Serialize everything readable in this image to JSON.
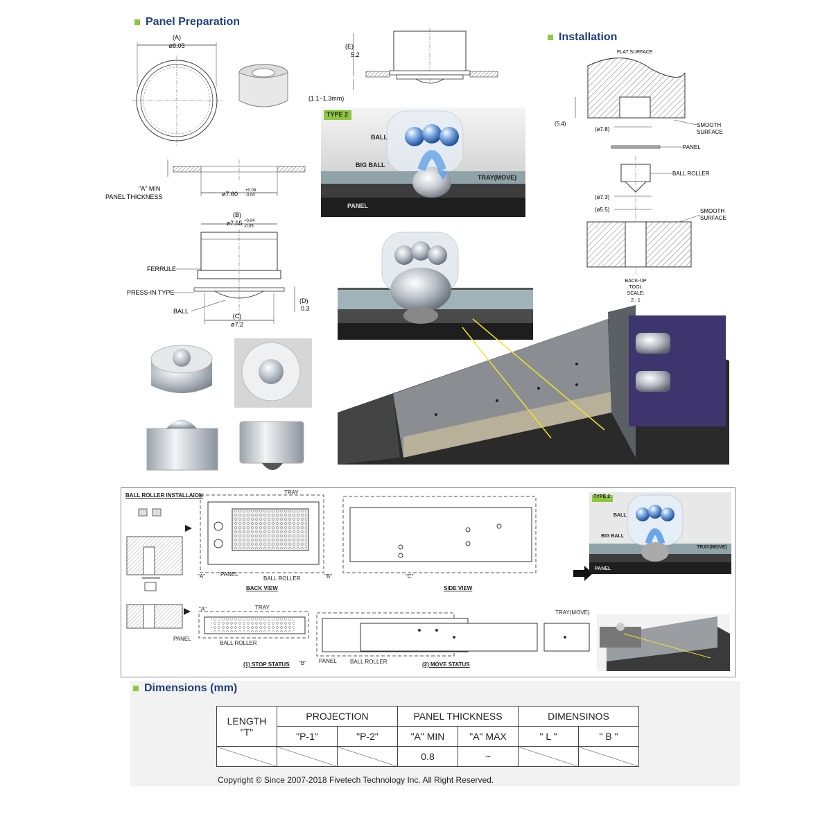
{
  "sections": {
    "panel_preparation": "Panel Preparation",
    "installation": "Installation",
    "dimensions": "Dimensions (mm)"
  },
  "panel_prep": {
    "a_label": "(A)",
    "a_value": "ø8.05",
    "panel_min_label": "\"A\" MIN",
    "panel_thickness_label": "PANEL THICKNESS",
    "hole_dim": "ø7.60",
    "hole_tol_top": "+0.08",
    "hole_tol_bottom": "-0.00",
    "b_label": "(B)",
    "b_value": "ø7.55",
    "b_tol_top": "+0.04",
    "b_tol_bottom": "-0.05",
    "ferrule": "FERRULE",
    "press_in": "PRESS-IN TYPE",
    "ball": "BALL",
    "c_label": "(C)",
    "c_value": "ø7.2",
    "d_label": "(D)",
    "d_value": "0.3"
  },
  "side_dim": {
    "e_label": "(E)",
    "e_value": "5.2",
    "range": "(1.1~1.3mm)"
  },
  "type2_render": {
    "badge": "TYPE 2",
    "ball": "BALL",
    "big_ball": "BIG BALL",
    "tray": "TRAY(MOVE)",
    "panel": "PANEL"
  },
  "installation": {
    "flat_surface": "FLAT SURFACE",
    "d54": "(5.4)",
    "d78": "(ø7.8)",
    "smooth_surface_1": "SMOOTH",
    "smooth_surface_1b": "SURFACE",
    "panel": "PANEL",
    "ball_roller": "BALL ROLLER",
    "d73": "(ø7.3)",
    "d55": "(ø5.5)",
    "smooth_surface_2": "SMOOTH",
    "smooth_surface_2b": "SURFACE",
    "backup_1": "BACK-UP",
    "backup_2": "TOOL",
    "scale_1": "SCALE:",
    "scale_2": "2 : 1"
  },
  "install_drawing": {
    "title": "BALL ROLLER INSTALLAION",
    "tray": "TRAY",
    "a_mark": "\"A\"",
    "panel": "PANEL",
    "ball_roller": "BALL ROLLER",
    "back_view": "BACK VIEW",
    "b_mark": "\"B\"",
    "c_mark": "\"C\"",
    "side_view": "SIDE VIEW",
    "tray2": "TRAY",
    "a_mark2": "\"A\"",
    "panel2": "PANEL",
    "ball_roller2": "BALL ROLLER",
    "stop_status": "(1) STOP STATUS",
    "b_mark2": "\"B\"",
    "panel3": "PANEL",
    "ball_roller3": "BALL ROLLER",
    "move_status": "(2) MOVE STATUS",
    "tray_move": "TRAY(MOVE)",
    "badge": "TYPE 2",
    "ball": "BALL",
    "big_ball": "BIG BALL",
    "tray_move2": "TRAY(MOVE)",
    "panel4": "PANEL"
  },
  "dim_table": {
    "length": "LENGTH",
    "t": "\"T\"",
    "projection": "PROJECTION",
    "panel_thickness": "PANEL THICKNESS",
    "dimensions": "DIMENSINOS",
    "p1": "\"P-1\"",
    "p2": "\"P-2\"",
    "a_min": "\"A\" MIN",
    "a_max": "\"A\" MAX",
    "l": "\" L \"",
    "b": "\" B \"",
    "v_a_min": "0.8",
    "v_a_max": "~"
  },
  "copyright": "Copyright © Since 2007-2018 Fivetech Technology Inc. All Right Reserved.",
  "colors": {
    "heading": "#1f3f7a",
    "heading_bullet": "#8dc63f",
    "badge": "#8dc63f",
    "arrow_blue": "#4a90d9",
    "leader_yellow": "#f2e12b",
    "tray_purple": "#4a3a7a"
  }
}
